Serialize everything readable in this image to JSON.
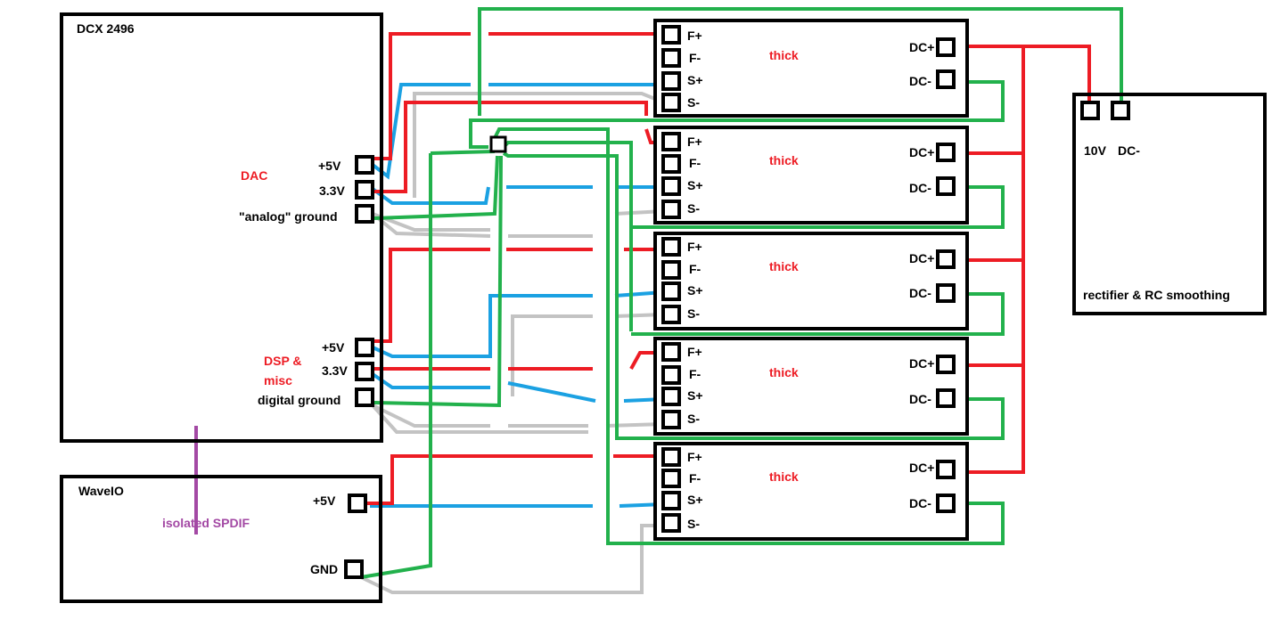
{
  "colors": {
    "outline": "#000000",
    "power": "#ed1c24",
    "signal_green": "#22b14c",
    "sense_blue": "#1ba1e2",
    "ground_gray": "#c3c3c3",
    "spdif_purple": "#a349a4"
  },
  "dcx": {
    "title": "DCX 2496",
    "dac_label": "DAC",
    "dac_pins": [
      "+5V",
      "3.3V",
      "\"analog\" ground"
    ],
    "dsp_label_line1": "DSP &",
    "dsp_label_line2": "misc",
    "dsp_pins": [
      "+5V",
      "3.3V",
      "digital ground"
    ]
  },
  "waveio": {
    "title": "WaveIO",
    "pins": [
      "+5V",
      "GND"
    ]
  },
  "spdif_label": "isolated SPDIF",
  "regulators": [
    {
      "left_pins": [
        "F+",
        "F-",
        "S+",
        "S-"
      ],
      "right_pins": [
        "DC+",
        "DC-"
      ],
      "note": "thick"
    },
    {
      "left_pins": [
        "F+",
        "F-",
        "S+",
        "S-"
      ],
      "right_pins": [
        "DC+",
        "DC-"
      ],
      "note": "thick"
    },
    {
      "left_pins": [
        "F+",
        "F-",
        "S+",
        "S-"
      ],
      "right_pins": [
        "DC+",
        "DC-"
      ],
      "note": "thick"
    },
    {
      "left_pins": [
        "F+",
        "F-",
        "S+",
        "S-"
      ],
      "right_pins": [
        "DC+",
        "DC-"
      ],
      "note": "thick"
    },
    {
      "left_pins": [
        "F+",
        "F-",
        "S+",
        "S-"
      ],
      "right_pins": [
        "DC+",
        "DC-"
      ],
      "note": "thick"
    }
  ],
  "supply": {
    "pin_labels": [
      "10V",
      "DC-"
    ],
    "description": "rectifier & RC smoothing"
  }
}
